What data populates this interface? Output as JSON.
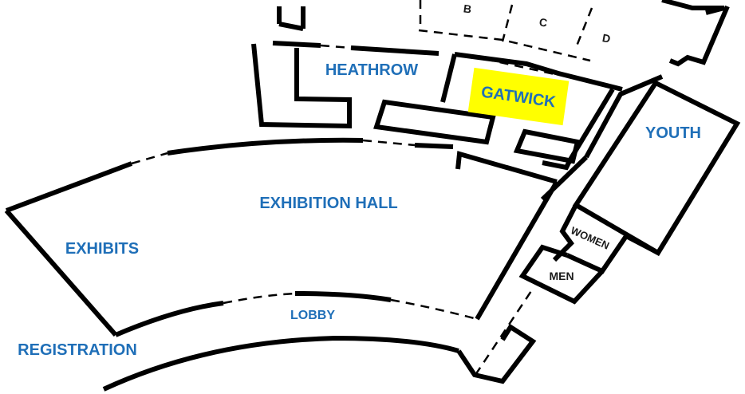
{
  "colors": {
    "room_label": "#1f6fb8",
    "small_label": "#1a1a1a",
    "highlight": "#ffff00",
    "walls": "#000000"
  },
  "rooms": {
    "heathrow": "HEATHROW",
    "gatwick": "GATWICK",
    "youth": "YOUTH",
    "exhibition_hall": "EXHIBITION HALL",
    "exhibits": "EXHIBITS",
    "lobby": "LOBBY",
    "registration": "REGISTRATION",
    "women": "WOMEN",
    "men": "MEN",
    "room_b": "B",
    "room_c": "C",
    "room_d": "D"
  },
  "highlighted_room": "GATWICK"
}
